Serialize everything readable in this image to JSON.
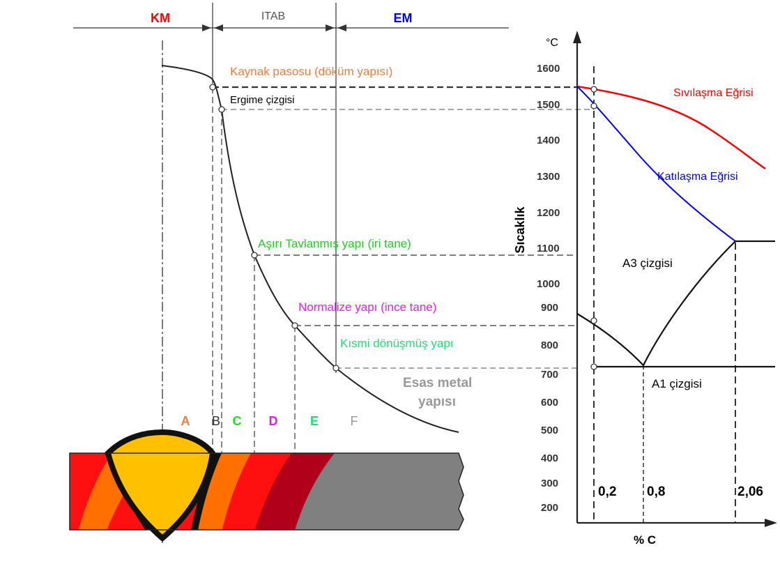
{
  "zones": {
    "km": {
      "label": "KM",
      "color": "#ff0000"
    },
    "itab": {
      "label": "ITAB",
      "color": "#555555"
    },
    "em": {
      "label": "EM",
      "color": "#0000ff"
    }
  },
  "structure_labels": {
    "weld_pass": {
      "text": "Kaynak pasosu (döküm yapısı)",
      "color": "#f07f3c"
    },
    "fusion_line": {
      "text": "Ergime çizgisi",
      "color": "#000000"
    },
    "overheated": {
      "text": "Aşırı Tavlanmış yapı (iri tane)",
      "color": "#22cc22"
    },
    "normalized": {
      "text": "Normalize yapı (ince tane)",
      "color": "#e020e0"
    },
    "partial": {
      "text": "Kısmi dönüşmüş yapı",
      "color": "#22dd77"
    },
    "base_metal_1": {
      "text": "Esas metal",
      "color": "#999999"
    },
    "base_metal_2": {
      "text": "yapısı",
      "color": "#999999"
    }
  },
  "region_letters": [
    {
      "text": "A",
      "color": "#f07f3c"
    },
    {
      "text": "B",
      "color": "#333333"
    },
    {
      "text": "C",
      "color": "#22dd22"
    },
    {
      "text": "D",
      "color": "#e020e0"
    },
    {
      "text": "E",
      "color": "#22dd77"
    },
    {
      "text": "F",
      "color": "#999999"
    }
  ],
  "phase_diagram": {
    "y_unit": "°C",
    "y_label": "Sıcaklık",
    "x_label": "% C",
    "y_ticks": [
      "1600",
      "1500",
      "1400",
      "1300",
      "1200",
      "1100",
      "1000",
      "900",
      "800",
      "700",
      "600",
      "500",
      "400",
      "300",
      "200"
    ],
    "x_ticks": [
      "0,2",
      "0,8",
      "2,06"
    ],
    "liquidus": {
      "text": "Sıvılaşma Eğrisi",
      "color": "#ff0000"
    },
    "solidus": {
      "text": "Katılaşma Eğrisi",
      "color": "#0000ff"
    },
    "a3": {
      "text": "A3 çizgisi"
    },
    "a1": {
      "text": "A1 çizgisi"
    }
  },
  "cross_section_colors": {
    "weld_core": "#ffc000",
    "orange": "#ff7000",
    "red": "#ff1010",
    "dark_red": "#b0001a",
    "base": "#808080"
  }
}
